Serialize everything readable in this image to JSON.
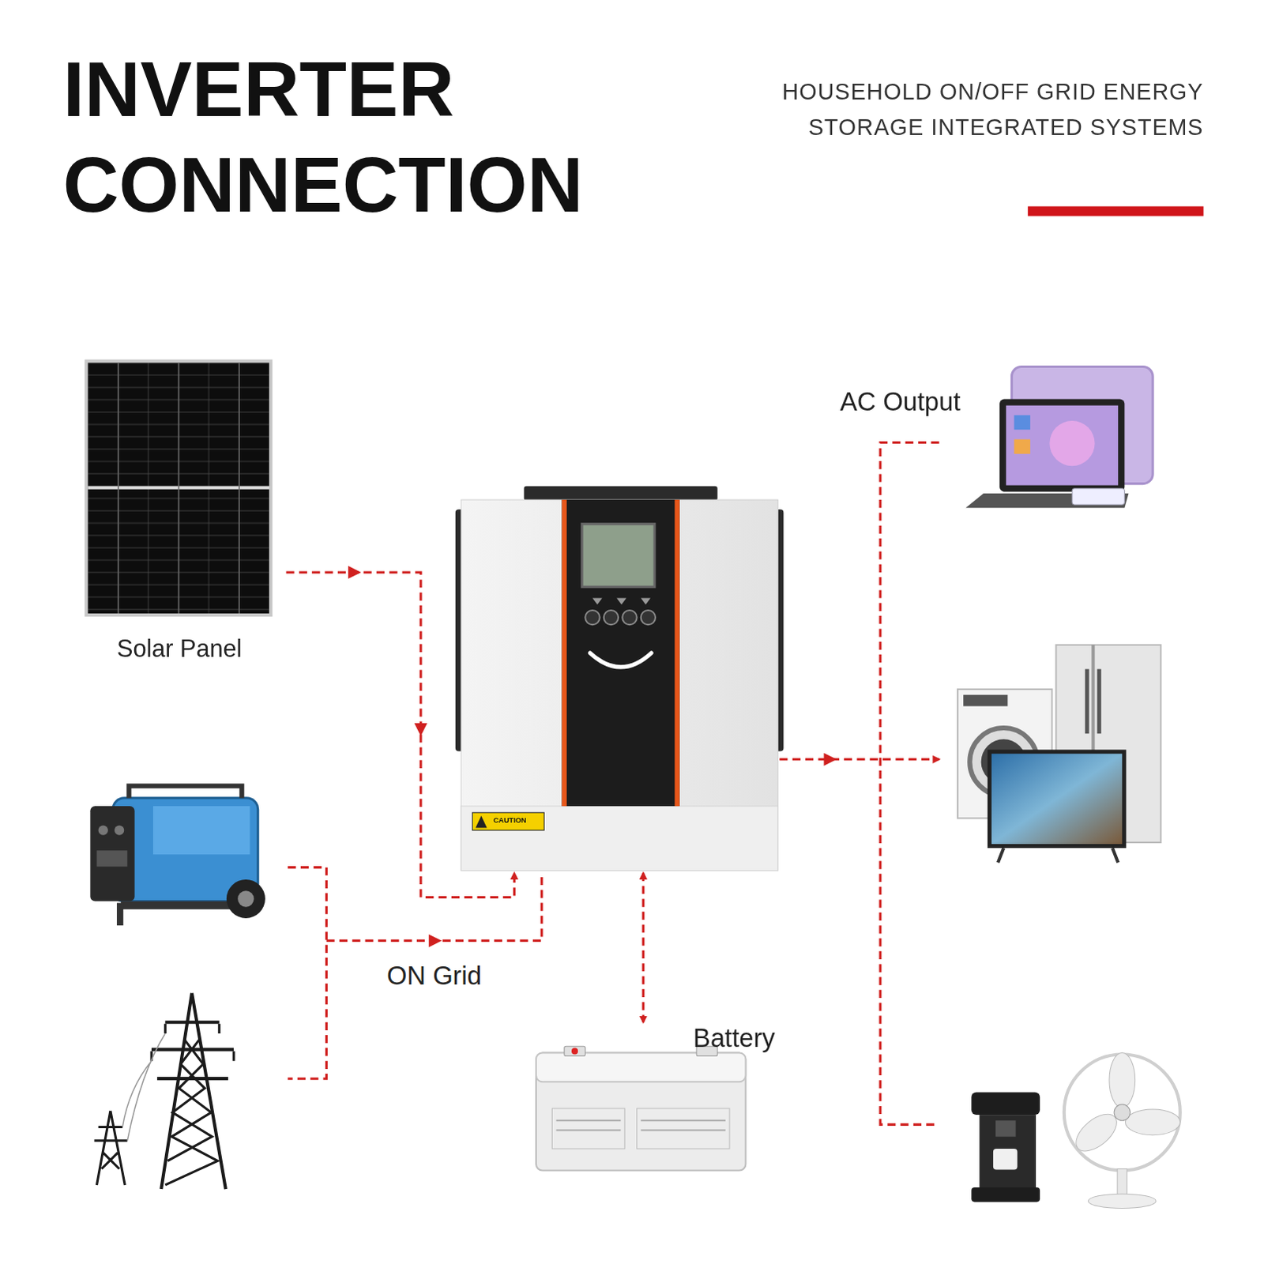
{
  "diagram": {
    "title": "INVERTER CONNECTION",
    "nodes": [
      {
        "text": [
          "Solar Panel"
        ]
      },
      {
        "text": [
          "CAUTION"
        ]
      },
      {
        "text": [
          "Battery"
        ]
      },
      {
        "text": [
          "AC Output"
        ]
      }
    ],
    "edges": [
      {
        "from": 0,
        "to": 1,
        "arrow": "to"
      },
      {
        "from": 1,
        "to": 2,
        "arrow": "both"
      },
      {
        "from": 1,
        "to": 3,
        "arrow": "to"
      }
    ],
    "labels": [
      "HOUSEHOLD ON/OFF GRID ENERGY STORAGE INTEGRATED SYSTEMS",
      "ON Grid"
    ]
  }
}
